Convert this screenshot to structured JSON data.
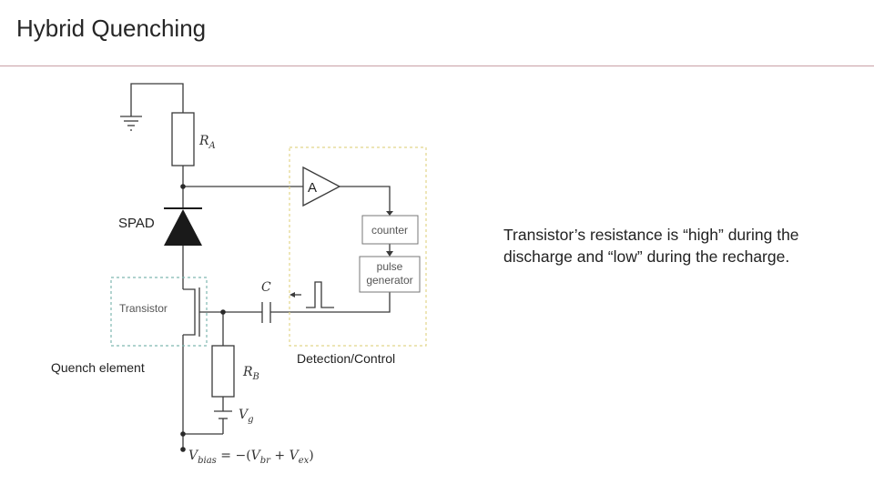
{
  "slide": {
    "title": "Hybrid Quenching"
  },
  "caption": {
    "line1": "Transistor’s resistance is “high” during the",
    "line2": "discharge and “low” during the recharge."
  },
  "diagram": {
    "labels": {
      "resistor_a": "R",
      "resistor_a_sub": "A",
      "spad": "SPAD",
      "transistor": "Transistor",
      "quench_element": "Quench element",
      "capacitor": "C",
      "resistor_b": "R",
      "resistor_b_sub": "B",
      "vg": "V",
      "vg_sub": "g",
      "amplifier": "A",
      "counter": "counter",
      "pulse_line1": "pulse",
      "pulse_line2": "generator",
      "detection_control": "Detection/Control",
      "vbias_v": "V",
      "vbias_sub": "bias",
      "vbias_eq": " = −(",
      "vbr_v": "V",
      "vbr_sub": "br",
      "plus": " + ",
      "vex_v": "V",
      "vex_sub": "ex",
      "close_paren": ")"
    },
    "colors": {
      "wire": "#3a3a3a",
      "quench_box_border": "#7fb7b0",
      "detection_box_border": "#e2d58a",
      "block_border": "#777777"
    }
  }
}
